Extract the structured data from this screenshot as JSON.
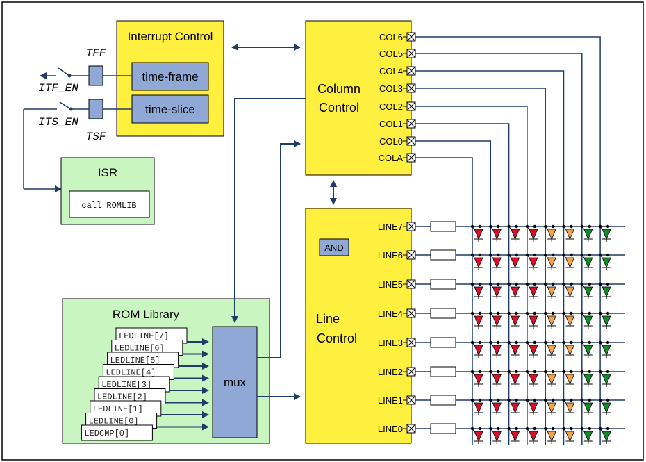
{
  "interrupt_control": {
    "title": "Interrupt Control",
    "time_frame": "time-frame",
    "time_slice": "time-slice"
  },
  "signals": {
    "tff": "TFF",
    "itf_en": "ITF_EN",
    "its_en": "ITS_EN",
    "tsf": "TSF"
  },
  "isr": {
    "title": "ISR",
    "code": "call ROMLIB"
  },
  "rom_library": {
    "title": "ROM Library",
    "entries": [
      "LEDLINE[7]",
      "LEDLINE[6]",
      "LEDLINE[5]",
      "LEDLINE[4]",
      "LEDLINE[3]",
      "LEDLINE[2]",
      "LEDLINE[1]",
      "LEDLINE[0]",
      "LEDCMP[0]"
    ]
  },
  "mux": {
    "label": "mux"
  },
  "column_control": {
    "title_line1": "Column",
    "title_line2": "Control",
    "ports": [
      "COL6",
      "COL5",
      "COL4",
      "COL3",
      "COL2",
      "COL1",
      "COL0",
      "COLA"
    ]
  },
  "line_control": {
    "title_line1": "Line",
    "title_line2": "Control",
    "and_label": "AND",
    "ports": [
      "LINE7",
      "LINE6",
      "LINE5",
      "LINE4",
      "LINE3",
      "LINE2",
      "LINE1",
      "LINE0"
    ]
  },
  "colors": {
    "yellow_block": "#ffef3f",
    "green_block": "#c9f5c0",
    "blue_block": "#8fa8d6",
    "wire": "#1f3b6a",
    "led_red": "#d8102a",
    "led_orange": "#f4a24a",
    "led_green": "#138a2a"
  },
  "matrix": {
    "led_column_colors": [
      "red",
      "red",
      "red",
      "red",
      "orange",
      "orange",
      "green",
      "green"
    ]
  }
}
